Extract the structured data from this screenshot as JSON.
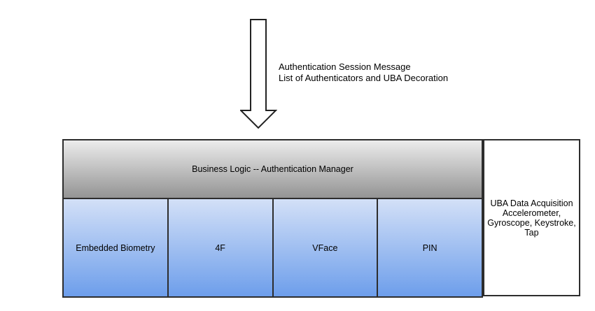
{
  "colors": {
    "border": "#2d2d2d",
    "header_top": "#ececec",
    "header_bottom": "#949494",
    "cell_top": "#d3e0f7",
    "cell_bottom": "#6d9eeb",
    "text": "#000000",
    "bg": "#ffffff"
  },
  "annotation": {
    "line1": "Authentication Session Message",
    "line2": "List of Authenticators and UBA Decoration"
  },
  "arrow": {
    "direction": "down",
    "style": "hollow-outline"
  },
  "manager_box": {
    "title": "Business Logic -- Authentication Manager",
    "authenticators": [
      "Embedded Biometry",
      "4F",
      "VFace",
      "PIN"
    ]
  },
  "uba_box": {
    "lines": [
      "UBA Data Acquisition",
      "Accelerometer,",
      "Gyroscope, Keystroke,",
      "Tap"
    ]
  }
}
